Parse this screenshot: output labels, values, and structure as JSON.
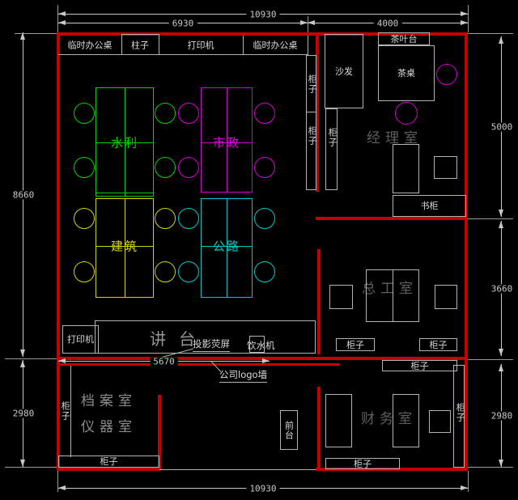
{
  "drawing": {
    "type": "cad-floor-plan",
    "background": "#000000"
  },
  "colors": {
    "wall": "#c40000",
    "furniture_line": "#b4b4b4",
    "dimension_line": "#c8c8c8",
    "label_text": "#d9d9d9",
    "room_name_text": "#5f5f5f",
    "archive_name_text": "#8c8c8c",
    "podium_text": "#969696",
    "table_water": "#00d400",
    "table_municipal": "#d400d4",
    "table_architecture": "#d4d400",
    "table_highway": "#00c8c8"
  },
  "dimensions": {
    "top_total": "10930",
    "top_left_span": "6930",
    "top_right_span": "4000",
    "left_height": "8660",
    "left_lower": "2980",
    "right_upper": "5000",
    "right_middle": "3660",
    "right_lower": "2980",
    "bottom_total": "10930",
    "podium_span": "5670"
  },
  "top_row": {
    "cells": [
      "临时办公桌",
      "柱子",
      "打印机",
      "临时办公桌"
    ]
  },
  "tables": [
    {
      "label": "水利",
      "color": "#00d400"
    },
    {
      "label": "市政",
      "color": "#d400d4"
    },
    {
      "label": "建筑",
      "color": "#d4d400"
    },
    {
      "label": "公路",
      "color": "#00c8c8"
    }
  ],
  "meeting_area": {
    "printer": "打印机",
    "podium": "讲台",
    "projection_screen": "投影荧屏",
    "water_dispenser": "饮水机",
    "logo_wall": "公司logo墙",
    "cabinet": "柜子"
  },
  "manager_room": {
    "name": "经理室",
    "tea_counter": "茶叶台",
    "tea_table": "茶桌",
    "sofa": "沙发",
    "bookcase": "书柜",
    "cabinet": "柜子"
  },
  "chief_room": {
    "name": "总工室",
    "cabinet": "柜子"
  },
  "finance_room": {
    "name": "财务室",
    "front_desk": "前台",
    "cabinet": "柜子"
  },
  "archive_room": {
    "name_line1": "档案室",
    "name_line2": "仪器室",
    "cabinet": "柜子"
  }
}
